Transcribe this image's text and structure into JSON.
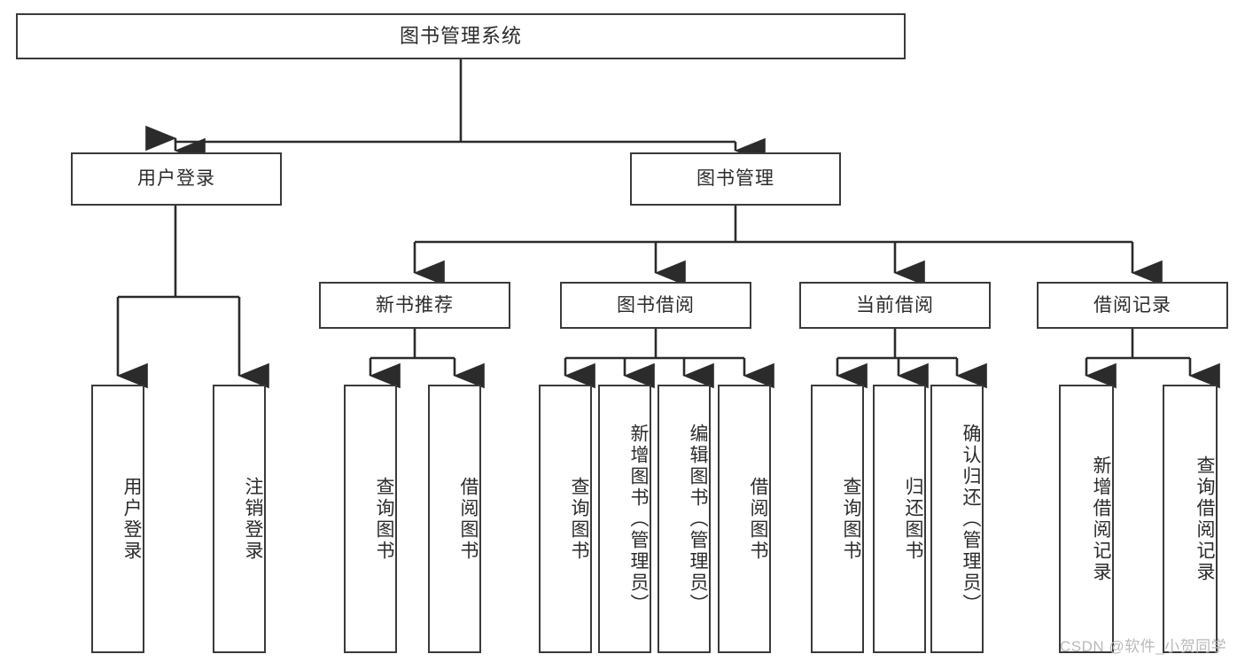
{
  "diagram": {
    "type": "tree-hierarchy",
    "title": "图书管理系统",
    "watermark": "CSDN @软件_小贺同学",
    "colors": {
      "box_border": "#3a3a3a",
      "box_fill": "#ffffff",
      "connector": "#2b2b2b",
      "text": "#2b2b2b",
      "watermark": "#b9b9b9",
      "background": "#ffffff"
    },
    "nodes": {
      "root": {
        "label": "图书管理系统"
      },
      "level2": [
        {
          "label": "用户登录"
        },
        {
          "label": "图书管理"
        }
      ],
      "level3": [
        {
          "label": "新书推荐"
        },
        {
          "label": "图书借阅"
        },
        {
          "label": "当前借阅"
        },
        {
          "label": "借阅记录"
        }
      ],
      "leaves": {
        "user_login": [
          {
            "label": "用户登录"
          },
          {
            "label": "注销登录"
          }
        ],
        "new_book_recommend": [
          {
            "label": "查询图书"
          },
          {
            "label": "借阅图书"
          }
        ],
        "book_borrow": [
          {
            "label": "查询图书"
          },
          {
            "label": "新增图书（管理员）"
          },
          {
            "label": "编辑图书（管理员）"
          },
          {
            "label": "借阅图书"
          }
        ],
        "current_borrow": [
          {
            "label": "查询图书"
          },
          {
            "label": "归还图书"
          },
          {
            "label": "确认归还（管理员）"
          }
        ],
        "borrow_record": [
          {
            "label": "新增借阅记录"
          },
          {
            "label": "查询借阅记录"
          }
        ]
      }
    }
  }
}
